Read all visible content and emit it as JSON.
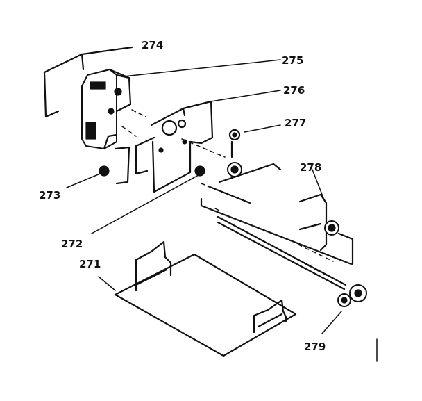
{
  "labels": {
    "p271": "271",
    "p272": "272",
    "p273": "273",
    "p274": "274",
    "p275": "275",
    "p276": "276",
    "p277": "277",
    "p278": "278",
    "p279": "279"
  }
}
